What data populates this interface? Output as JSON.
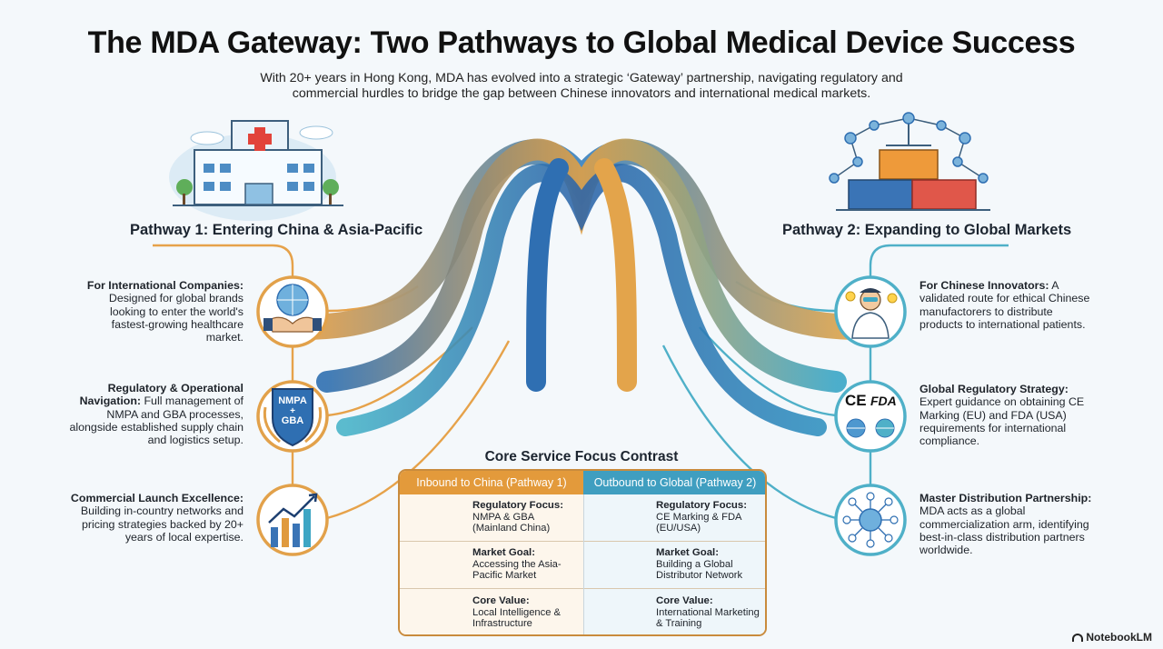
{
  "title": "The MDA Gateway: Two Pathways to Global Medical Device Success",
  "subtitle": "With 20+ years in Hong Kong, MDA has evolved into a strategic ‘Gateway’ partnership, navigating regulatory and commercial hurdles to bridge the gap between Chinese innovators and international medical markets.",
  "pathway1": {
    "title": "Pathway 1: Entering China & Asia-Pacific",
    "items": [
      {
        "heading": "For International Companies:",
        "text": "Designed for global brands looking to enter the world's fastest-growing healthcare market.",
        "icon": "handshake-globe-icon"
      },
      {
        "heading": "Regulatory & Operational Navigation:",
        "text": "Full management of NMPA and GBA processes, alongside established supply chain and logistics setup.",
        "icon": "nmpa-gba-shield-icon"
      },
      {
        "heading": "Commercial Launch Excellence:",
        "text": "Building in-country networks and pricing strategies backed by 20+ years of local expertise.",
        "icon": "growth-chart-icon"
      }
    ]
  },
  "pathway2": {
    "title": "Pathway 2: Expanding to Global Markets",
    "items": [
      {
        "heading": "For Chinese Innovators:",
        "text": "A validated route for ethical Chinese manufactorers to distribute products to international patients.",
        "icon": "scientist-icon"
      },
      {
        "heading": "Global Regulatory Strategy:",
        "text": "Expert guidance on obtaining CE Marking (EU) and FDA (USA) requirements for international compliance.",
        "icon": "ce-fda-globe-icon"
      },
      {
        "heading": "Master Distribution Partnership:",
        "text": "MDA acts as a global commercialization arm, identifying best-in-class distribution partners worldwide.",
        "icon": "global-network-icon"
      }
    ]
  },
  "shield_text": {
    "top": "NMPA",
    "plus": "+",
    "bottom": "GBA"
  },
  "ce_label": "CE",
  "fda_label": "FDA",
  "contrast": {
    "title": "Core Service Focus Contrast",
    "col1_header": "Inbound to China (Pathway 1)",
    "col2_header": "Outbound to Global (Pathway 2)",
    "rows": [
      {
        "label": "Regulatory Focus:",
        "c1": "NMPA & GBA (Mainland China)",
        "c2": "CE Marking & FDA (EU/USA)"
      },
      {
        "label": "Market Goal:",
        "c1": "Accessing the Asia-Pacific Market",
        "c2": "Building a Global Distributor Network"
      },
      {
        "label": "Core Value:",
        "c1": "Local Intelligence & Infrastructure",
        "c2": "International Marketing & Training"
      }
    ]
  },
  "brand": "NotebookLM",
  "colors": {
    "orange": "#e39a3b",
    "teal": "#3fa8c4",
    "blue": "#2f6fb2",
    "title": "#111111"
  }
}
